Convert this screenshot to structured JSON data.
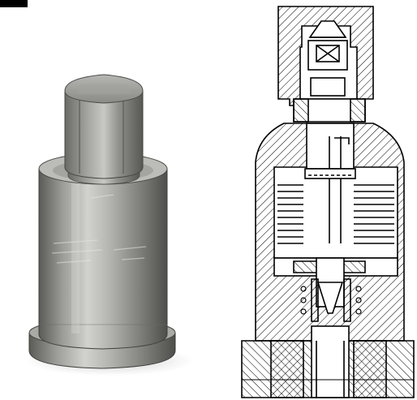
{
  "figure": {
    "panels": [
      {
        "id": "photo",
        "subject": "valve-body-photo"
      },
      {
        "id": "section",
        "subject": "valve-cross-section-drawing"
      }
    ],
    "colors": {
      "background": "#ffffff",
      "metal_light": "#c9c9c5",
      "metal_mid": "#8e8e8a",
      "metal_dark": "#4d4d4a",
      "ink": "#000000"
    },
    "icons": [
      "tag-mark-icon"
    ]
  }
}
